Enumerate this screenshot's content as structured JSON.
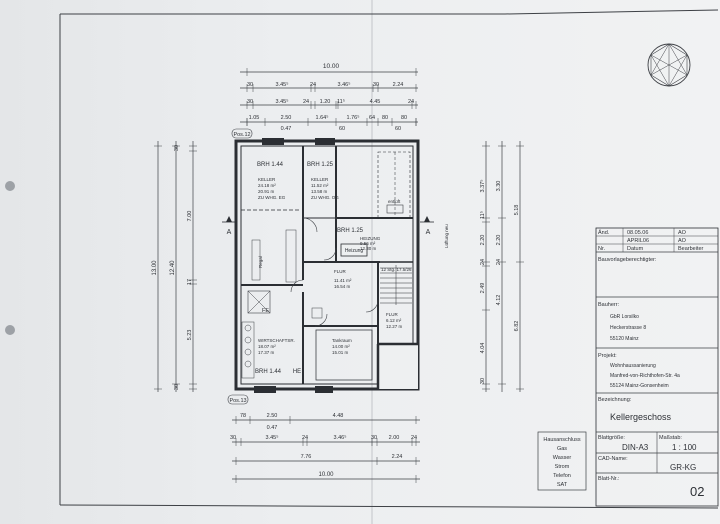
{
  "dimensions": {
    "top_overall": "10.00",
    "top_row1": [
      "30",
      "3.45⁵",
      "24",
      "3.46⁵",
      "30",
      "2.24"
    ],
    "top_row2": [
      "30",
      "3.45⁵",
      "24",
      "1.20",
      "11⁵",
      "4.45",
      "24"
    ],
    "top_row3": [
      "1.05",
      "2.50",
      "1.64⁵",
      "1.76⁵",
      "64",
      "80",
      "80"
    ],
    "top_row3_sub": [
      "0.47",
      "60",
      "60"
    ],
    "bottom_row1": [
      "78",
      "2.50",
      "4.48"
    ],
    "bottom_row1_sub": "0.47",
    "bottom_row2": [
      "30",
      "3.45⁵",
      "24",
      "3.46⁵",
      "30",
      "2.00",
      "24"
    ],
    "bottom_row3": [
      "7.76",
      "2.24"
    ],
    "bottom_overall": "10.00",
    "left_overall": "13.00",
    "left_mid": "12.40",
    "left_row": [
      "7.00",
      "17",
      "5.23"
    ],
    "left_small": [
      "30",
      "30"
    ],
    "right_row1": [
      "3.37⁵",
      "11⁵",
      "2.20",
      "24",
      "2.49",
      "4.04",
      "30"
    ],
    "right_row2": [
      "3.30",
      "2.20",
      "4.12",
      "24"
    ],
    "right_row3": [
      "5.18",
      "6.82"
    ]
  },
  "rooms": {
    "brh_tl": "BRH 1.44",
    "brh_tr": "BRH 1.25",
    "brh_heiz": "BRH 1.25",
    "brh_bl": "BRH 1.44",
    "he": "HE",
    "keller1": [
      "KELLER",
      "24.18 m²",
      "20.91 m",
      "ZU WHG. EG"
    ],
    "keller2": [
      "KELLER",
      "11.52 m²",
      "13.58 m",
      "ZU WHG. OG"
    ],
    "heizung": [
      "HEIZUNG",
      "9.56 m²",
      "12.30 m"
    ],
    "flur1": [
      "FLUR",
      "11.41 m²",
      "16.54 m"
    ],
    "flur2": [
      "FLUR",
      "6.12 m²",
      "12.27 m"
    ],
    "wirtschaft": [
      "WIRTSCHAFTSR.",
      "18.07 m²",
      "17.37 m"
    ],
    "tank": [
      "Tankraum",
      "14.00 m²",
      "15.01 m"
    ],
    "heizung_box": "Heizung",
    "stairs": "12 Stg. 17.5/26",
    "entlueft": "entlüft",
    "lueftung": "Lüftung neu",
    "regal": "Regal",
    "fe": "FE",
    "pos12": "Pos.12",
    "pos13": "Pos.13",
    "section_a": "A"
  },
  "legend": [
    "Hausanschluss",
    "Gas",
    "Wasser",
    "Strom",
    "Telefon",
    "SAT"
  ],
  "title_block": {
    "rev_rows": [
      {
        "nr": "Änd.",
        "date": "08.05.06",
        "by": "AO"
      },
      {
        "nr": "",
        "date": "APRIL06",
        "by": "AO"
      }
    ],
    "rev_header": {
      "nr": "Nr.",
      "date": "Datum",
      "by": "Bearbeiter"
    },
    "bauvorlage_label": "Bauvorlageberechtigter:",
    "bauherr_label": "Bauherr:",
    "bauherr_lines": [
      "GbR Lorsilko",
      "Heckerstrasse 8",
      "55120 Mainz"
    ],
    "projekt_label": "Projekt:",
    "projekt_lines": [
      "Wohnhaussanierung",
      "Manfred-von-Richthofen-Str. 4a",
      "55124 Mainz-Gonsenheim"
    ],
    "bezeichnung_label": "Bezeichnung:",
    "bezeichnung": "Kellergeschoss",
    "blattgroesse_label": "Blattgröße:",
    "blattgroesse": "DIN-A3",
    "massstab_label": "Maßstab:",
    "massstab": "1 : 100",
    "cad_label": "CAD-Name:",
    "cad": "GR-KG",
    "blatt_label": "Blatt-Nr.:",
    "blatt": "02"
  }
}
